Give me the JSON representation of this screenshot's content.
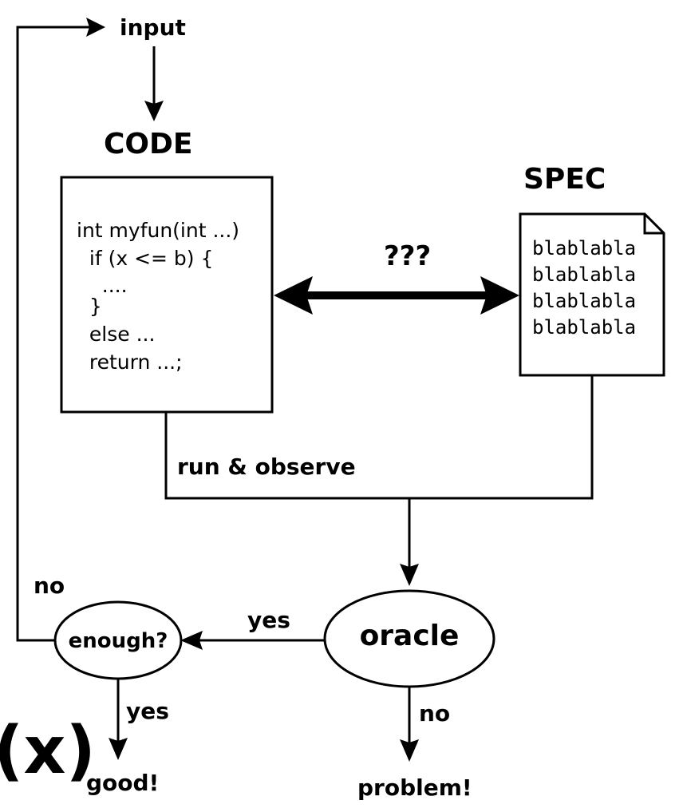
{
  "labels": {
    "input": "input",
    "code_title": "CODE",
    "spec_title": "SPEC",
    "relation": "???",
    "run_observe": "run & observe",
    "oracle": "oracle",
    "enough": "enough?",
    "yes_to_enough": "yes",
    "no_loop": "no",
    "yes_good": "yes",
    "good": "good!",
    "no_problem": "no",
    "problem": "problem!",
    "fx_partial": "(x)"
  },
  "code_lines": [
    "int myfun(int ...)",
    "  if (x <= b) {",
    "    ....",
    "  }",
    "  else ...",
    "  return ...;"
  ],
  "spec_lines": [
    "blablabla",
    "blablabla",
    "blablabla",
    "blablabla"
  ]
}
